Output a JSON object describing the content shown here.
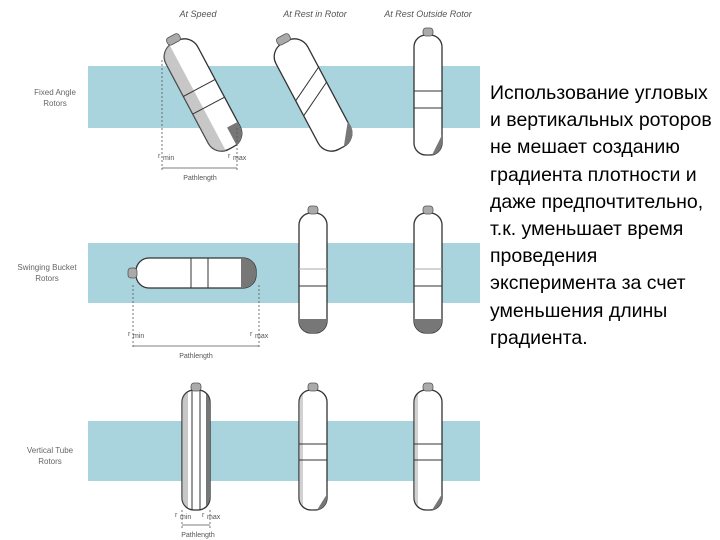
{
  "columns": [
    "At Speed",
    "At Rest in Rotor",
    "At Rest Outside Rotor"
  ],
  "rows": [
    {
      "line1": "Fixed Angle",
      "line2": "Rotors"
    },
    {
      "line1": "Swinging Bucket",
      "line2": "Rotors"
    },
    {
      "line1": "Vertical Tube",
      "line2": "Rotors"
    }
  ],
  "r_label": "r",
  "min_label": "min",
  "max_label": "max",
  "pathlength_label": "Pathlength",
  "description": "Использование угловых и вертикальных роторов не мешает созданию градиента плотности и даже предпочтительно, т.к. уменьшает время проведения эксперимента за счет уменьшения длины градиента.",
  "colors": {
    "band": "#a9d4dd",
    "tube_outline": "#333333",
    "pellet": "#777777",
    "cap": "#aaaaaa"
  }
}
